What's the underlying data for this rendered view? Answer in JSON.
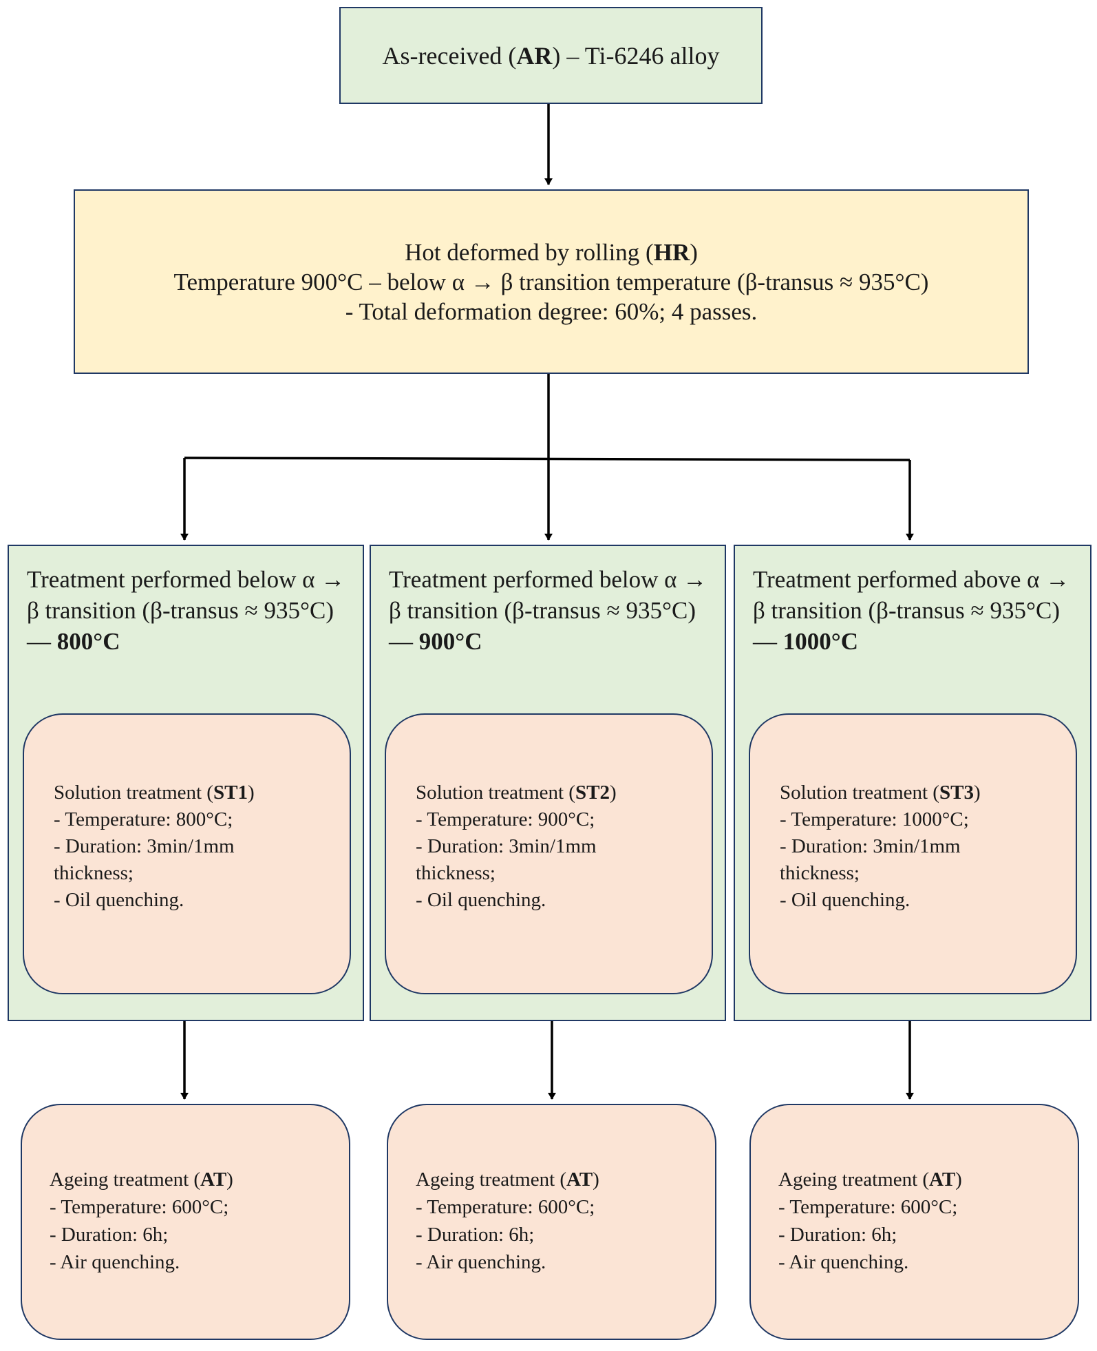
{
  "as_received": {
    "prefix": "As-received (",
    "code": "AR",
    "suffix": ") – Ti-6246 alloy"
  },
  "hot_rolling": {
    "title_prefix": "Hot deformed by rolling (",
    "title_code": "HR",
    "title_suffix": ")",
    "line2": "Temperature 900°C – below α → β transition temperature (β-transus ≈ 935°C)",
    "line3": "- Total deformation degree: 60%; 4 passes."
  },
  "branches": [
    {
      "heading": "Treatment performed below α → β transition (β-transus ≈ 935°C) — ",
      "heading_temp": "800°C",
      "solution": {
        "title_prefix": "Solution treatment (",
        "title_code": "ST1",
        "title_suffix": ")",
        "lines": [
          "- Temperature: 800°C;",
          "- Duration: 3min/1mm thickness;",
          "- Oil quenching."
        ]
      },
      "ageing": {
        "title_prefix": "Ageing treatment (",
        "title_code": "AT",
        "title_suffix": ")",
        "lines": [
          "- Temperature: 600°C;",
          "- Duration: 6h;",
          "- Air quenching."
        ]
      }
    },
    {
      "heading": "Treatment performed below α → β transition (β-transus ≈ 935°C) — ",
      "heading_temp": "900°C",
      "solution": {
        "title_prefix": "Solution treatment (",
        "title_code": "ST2",
        "title_suffix": ")",
        "lines": [
          "- Temperature: 900°C;",
          "- Duration: 3min/1mm thickness;",
          "- Oil quenching."
        ]
      },
      "ageing": {
        "title_prefix": "Ageing treatment (",
        "title_code": "AT",
        "title_suffix": ")",
        "lines": [
          "- Temperature: 600°C;",
          "- Duration: 6h;",
          "- Air quenching."
        ]
      }
    },
    {
      "heading": "Treatment performed above α → β transition (β-transus ≈ 935°C) — ",
      "heading_temp": "1000°C",
      "solution": {
        "title_prefix": "Solution treatment (",
        "title_code": "ST3",
        "title_suffix": ")",
        "lines": [
          "- Temperature: 1000°C;",
          "- Duration: 3min/1mm thickness;",
          "- Oil quenching."
        ]
      },
      "ageing": {
        "title_prefix": "Ageing treatment (",
        "title_code": "AT",
        "title_suffix": ")",
        "lines": [
          "- Temperature: 600°C;",
          "- Duration: 6h;",
          "- Air quenching."
        ]
      }
    }
  ],
  "colors": {
    "green_fill": "#e2efda",
    "yellow_fill": "#fff2cc",
    "peach_fill": "#fbe4d5",
    "border": "#1f3864",
    "arrow": "#000000"
  }
}
